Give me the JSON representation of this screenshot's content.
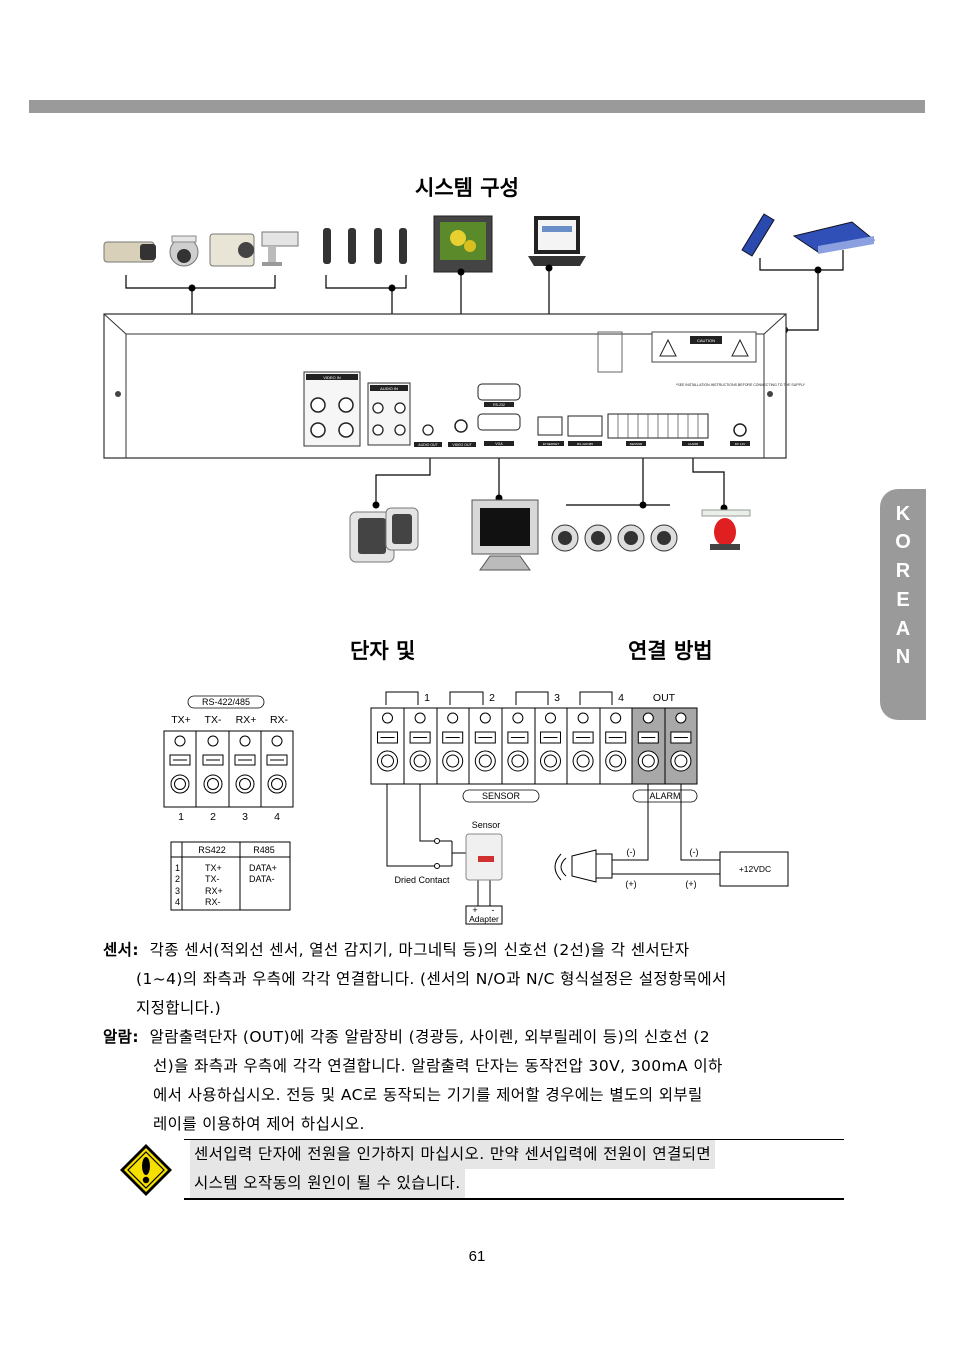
{
  "section1_title": "시스템 구성",
  "section2_title_part1": "단자 및",
  "section2_title_part2": "연결 방법",
  "side_tab": [
    "K",
    "O",
    "R",
    "E",
    "A",
    "N"
  ],
  "rear_panel": {
    "video_in": "VIDEO IN",
    "audio_in": "AUDIO IN",
    "rs232": "RS-232",
    "vga": "VGA",
    "ethernet": "ETHERNET",
    "rs422": "RS-422/485",
    "sensor": "SENSOR",
    "alarm": "ALARM",
    "dc": "DC 12V",
    "audio_out": "AUDIO OUT",
    "video_out": "VIDEO OUT",
    "caution": "CAUTION",
    "install_note": "*SEE INSTALLATION INSTRUCTIONS BEFORE CONNECTING TO THE SUPPLY"
  },
  "rs_diagram": {
    "header": "RS-422/485",
    "pins": [
      "TX+",
      "TX-",
      "RX+",
      "RX-"
    ],
    "numbers": [
      "1",
      "2",
      "3",
      "4"
    ],
    "table_headers": [
      "RS422",
      "R485"
    ],
    "table_nums": [
      "1",
      "2",
      "3",
      "4"
    ],
    "table_rs422": [
      "TX+",
      "TX-",
      "RX+",
      "RX-"
    ],
    "table_r485": [
      "DATA+",
      "DATA-"
    ]
  },
  "terminal_diagram": {
    "group_numbers": [
      "1",
      "2",
      "3",
      "4"
    ],
    "out_label": "OUT",
    "sensor_label": "SENSOR",
    "alarm_label": "ALARM",
    "sensor_device": "Sensor",
    "dried_contact": "Dried Contact",
    "adapter": "Adapter",
    "minus": "(-)",
    "plus": "(+)",
    "supply": "+12VDC"
  },
  "sensor_para": {
    "label": "센서:",
    "line1": "각종 센서(적외선 센서, 열선 감지기, 마그네틱 등)의 신호선 (2선)을 각 센서단자",
    "line2": "(1~4)의 좌측과 우측에 각각 연결합니다. (센서의 N/O과 N/C 형식설정은 설정항목에서",
    "line3": "지정합니다.)"
  },
  "alarm_para": {
    "label": "알람:",
    "line1": "알람출력단자 (OUT)에 각종 알람장비 (경광등, 사이렌, 외부릴레이 등)의 신호선 (2",
    "line2": "선)을 좌측과 우측에 각각 연결합니다. 알람출력 단자는 동작전압 30V, 300mA 이하",
    "line3": "에서 사용하십시오. 전등 및 AC로 동작되는 기기를 제어할 경우에는 별도의 외부릴",
    "line4": "레이를 이용하여 제어 하십시오."
  },
  "warning": {
    "line1": "센서입력 단자에 전원을 인가하지 마십시오. 만약 센서입력에 전원이 연결되면",
    "line2": "시스템 오작동의 원인이 될 수 있습니다."
  },
  "page_number": "61"
}
